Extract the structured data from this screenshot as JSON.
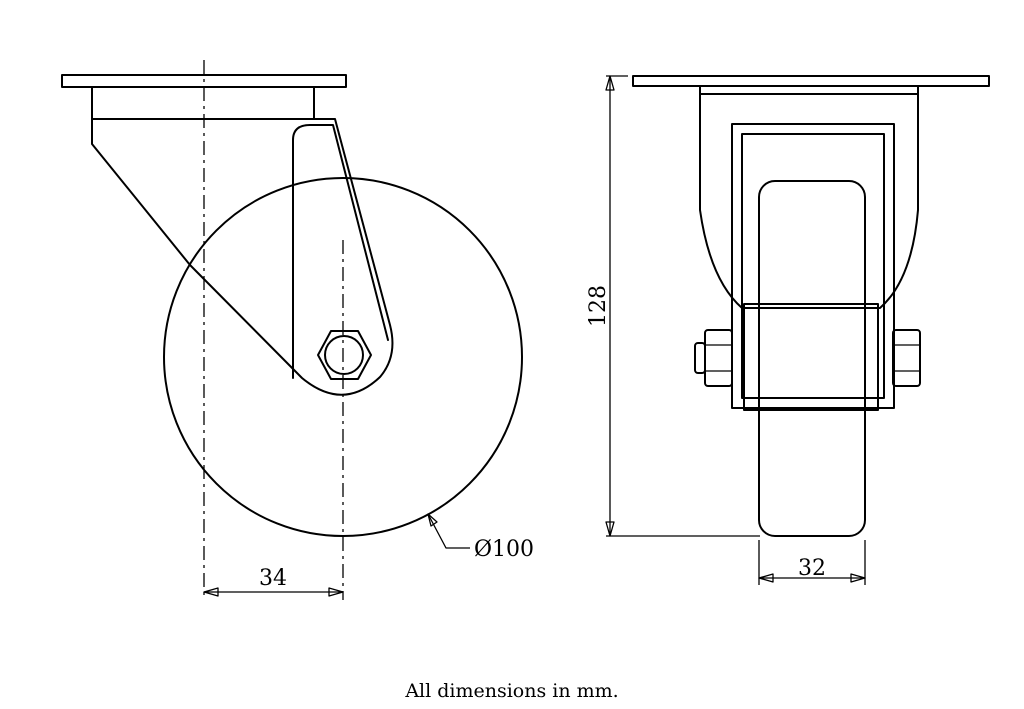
{
  "diagram": {
    "side_view": {
      "offset_dimension": "34",
      "wheel_diameter_dimension": "Ø100"
    },
    "front_view": {
      "height_dimension": "128",
      "wheel_width_dimension": "32"
    },
    "footnote": "All dimensions in mm."
  }
}
